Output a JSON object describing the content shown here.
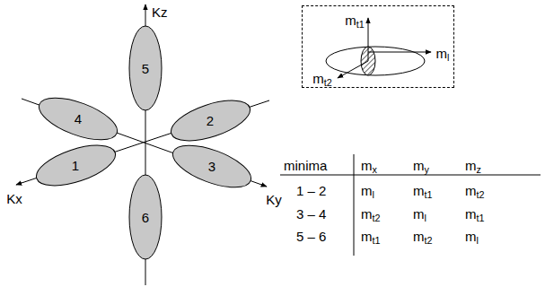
{
  "diagram": {
    "nodes": [
      {
        "text": [
          "1"
        ]
      },
      {
        "text": [
          "2"
        ]
      },
      {
        "text": [
          "3"
        ]
      },
      {
        "text": [
          "4"
        ]
      },
      {
        "text": [
          "5"
        ]
      },
      {
        "text": [
          "6"
        ]
      },
      {
        "text": [
          "mt1",
          "ml",
          "mt2"
        ]
      }
    ],
    "labels": [
      "Kx",
      "Ky",
      "Kz",
      "minima",
      "mx",
      "my",
      "mz",
      "1 – 2",
      "ml",
      "mt1",
      "mt2",
      "3 – 4",
      "mt2",
      "ml",
      "mt1",
      "5 – 6",
      "mt1",
      "mt2",
      "ml"
    ]
  }
}
